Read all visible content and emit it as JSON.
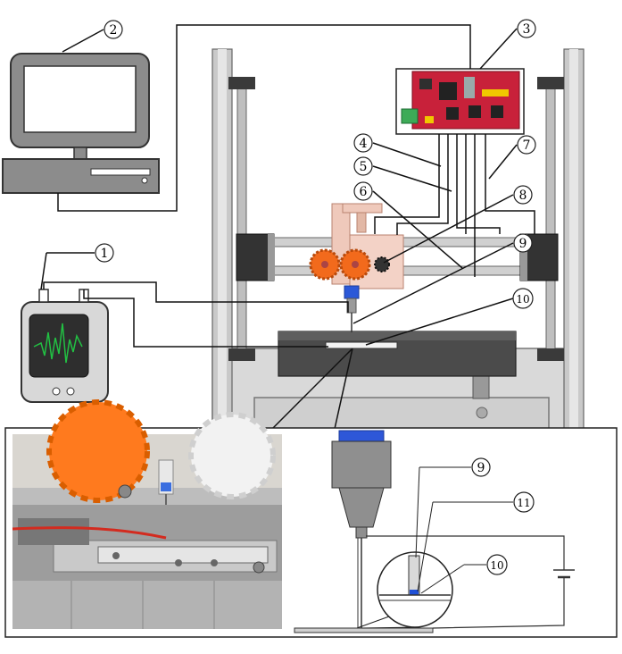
{
  "callouts": {
    "c1": "1",
    "c2": "2",
    "c3": "3",
    "c4": "4",
    "c5": "5",
    "c6": "6",
    "c7": "7",
    "c8": "8",
    "c9": "9",
    "c10": "10",
    "c9b": "9",
    "c11": "11",
    "c10b": "10"
  },
  "colors": {
    "frame": "#8f8f8f",
    "frame_dark": "#5f5f5f",
    "board_red": "#c8213a",
    "gear_orange": "#f06a1a",
    "carriage_pink": "#f1cfc2",
    "nozzle_blue": "#1e4fd6",
    "waveform_green": "#22c043",
    "photo_orange": "#ff7a1e",
    "wire_red": "#d32b1f"
  },
  "icons": {
    "computer": "desktop-computer-icon",
    "oscilloscope": "oscilloscope-icon",
    "battery": "battery-icon"
  }
}
